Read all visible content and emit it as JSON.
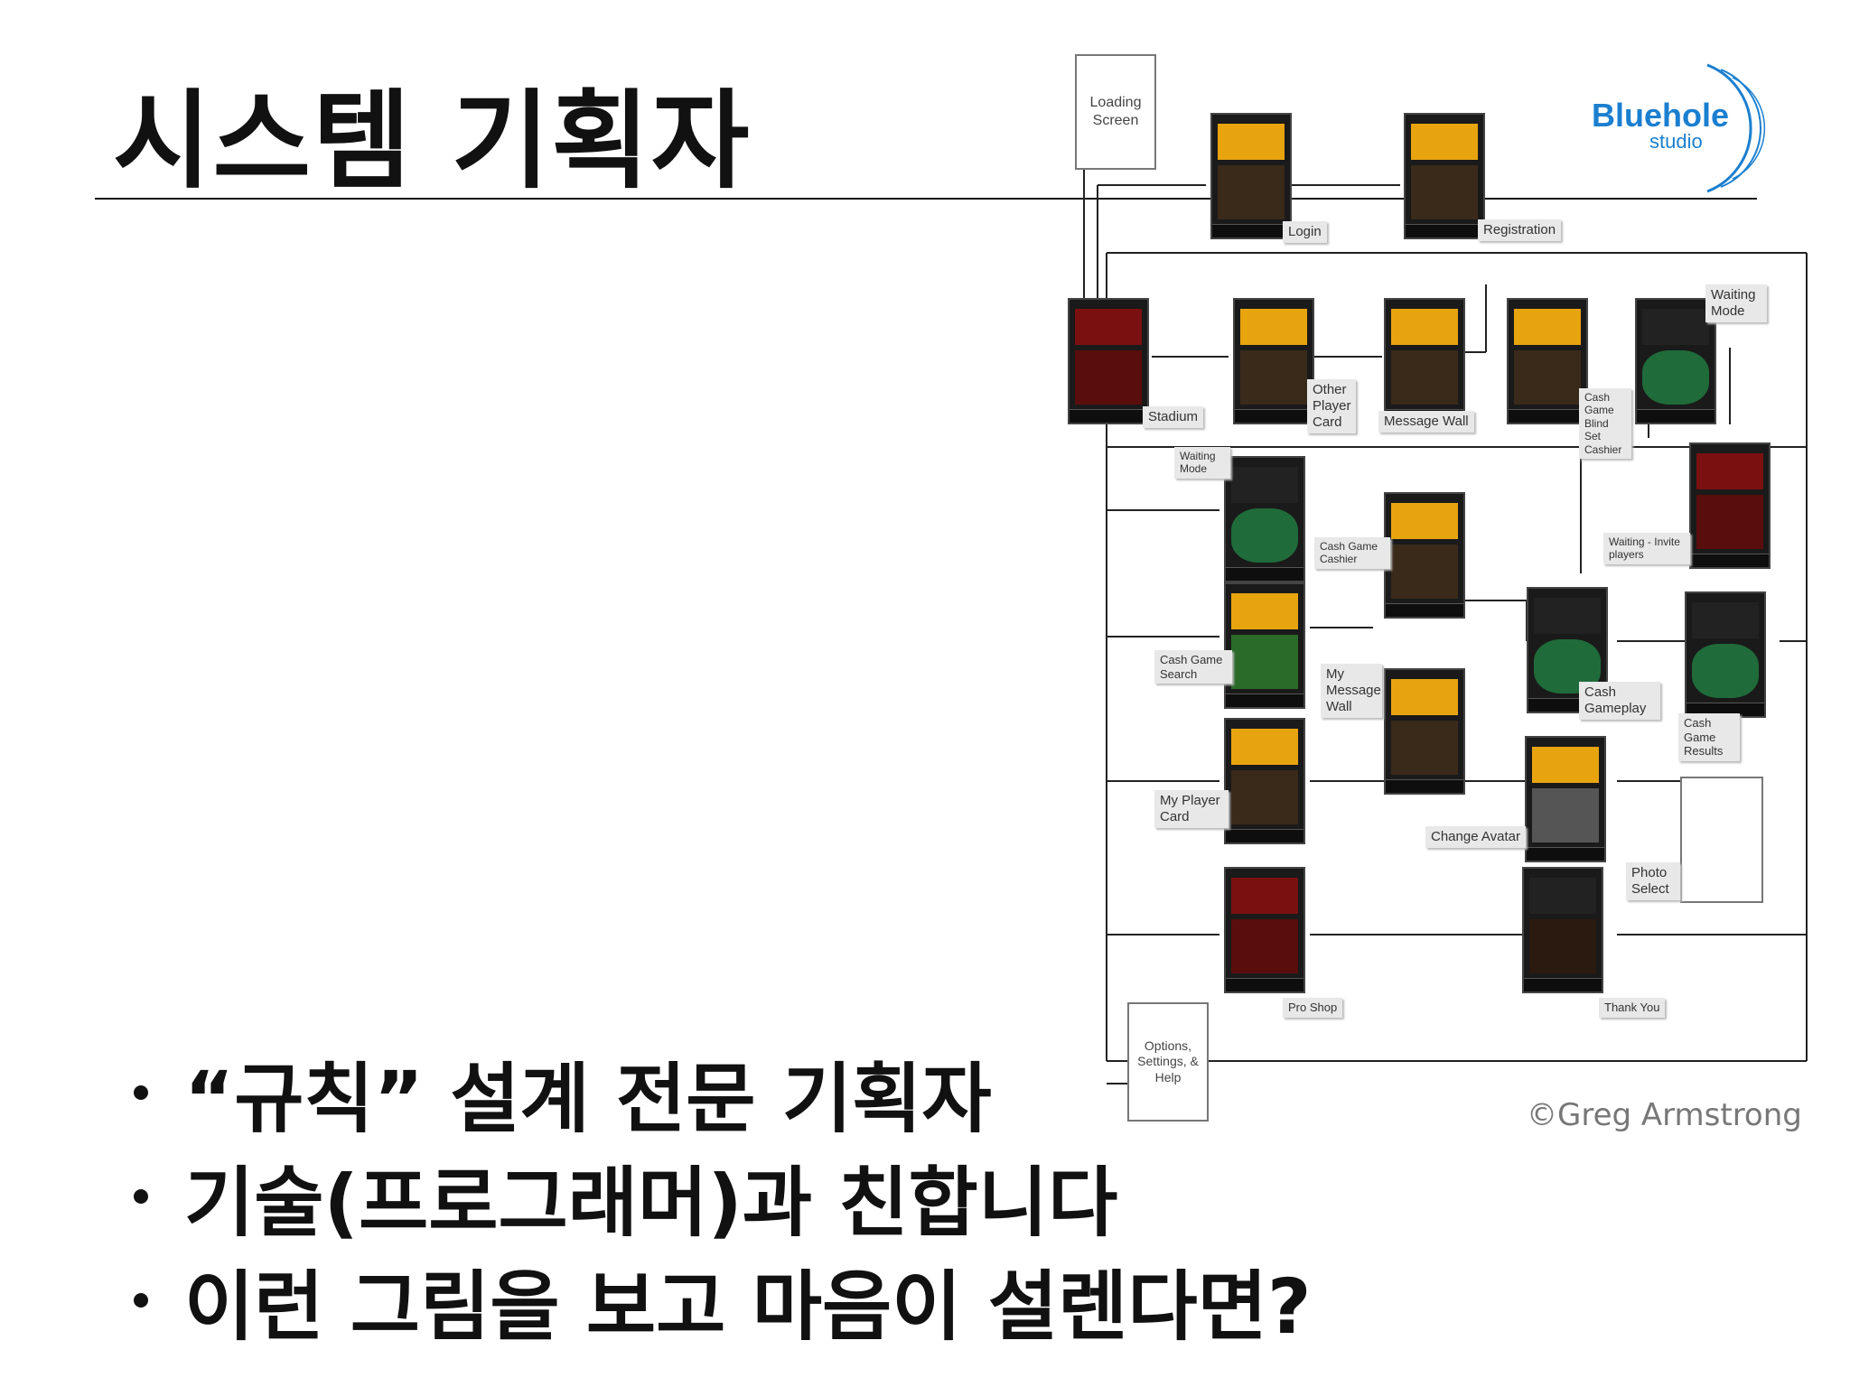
{
  "slide": {
    "title": "시스템 기획자",
    "bullets": [
      "“규칙” 설계 전문 기획자",
      "기술(프로그래머)과 친합니다",
      "이런 그림을 보고 마음이 설렌다면?"
    ],
    "credit": "©Greg Armstrong"
  },
  "logo": {
    "line1": "Bluehole",
    "line2": "studio",
    "color": "#1b7fd0"
  },
  "flowchart": {
    "boxes": {
      "loading": "Loading Screen",
      "options": "Options, Settings, & Help"
    },
    "labels": {
      "login": "Login",
      "registration": "Registration",
      "stadium": "Stadium",
      "other_player_card": "Other Player Card",
      "message_wall": "Message Wall",
      "cash_game_blind_set_cashier": "Cash Game Blind Set Cashier",
      "waiting_mode_top": "Waiting Mode",
      "waiting_mode_mid": "Waiting Mode",
      "waiting_invite_players": "Waiting - Invite players",
      "cash_game_cashier": "Cash Game Cashier",
      "cash_game_search": "Cash Game Search",
      "my_message_wall": "My Message Wall",
      "cash_gameplay": "Cash Gameplay",
      "cash_game_results": "Cash Game Results",
      "my_player_card": "My Player Card",
      "change_avatar": "Change Avatar",
      "photo_select": "Photo Select",
      "pro_shop": "Pro Shop",
      "thank_you": "Thank You"
    }
  }
}
